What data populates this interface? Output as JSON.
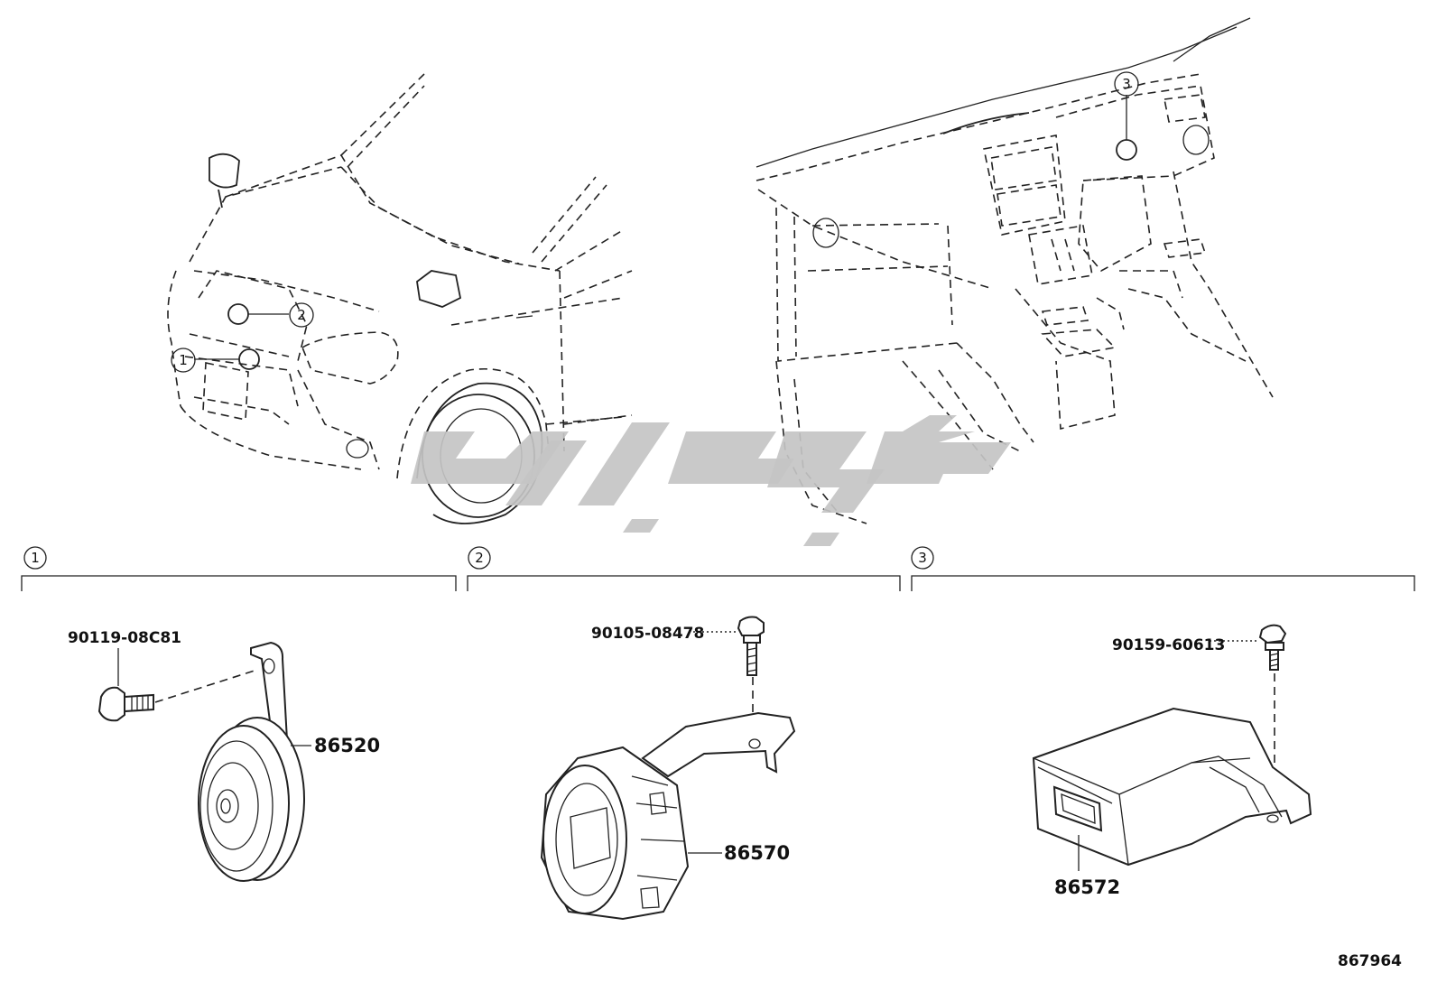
{
  "locations": [
    "1",
    "2",
    "3"
  ],
  "section_markers": [
    "1",
    "2",
    "3"
  ],
  "parts": {
    "horn": "86520",
    "horn_bolt": "90119-08C81",
    "horn_high": "86570",
    "horn_high_bolt": "90105-08478",
    "ecu": "86572",
    "ecu_bolt": "90159-60613"
  },
  "diagram_id": "867964",
  "watermark_text": "عکس یدک"
}
